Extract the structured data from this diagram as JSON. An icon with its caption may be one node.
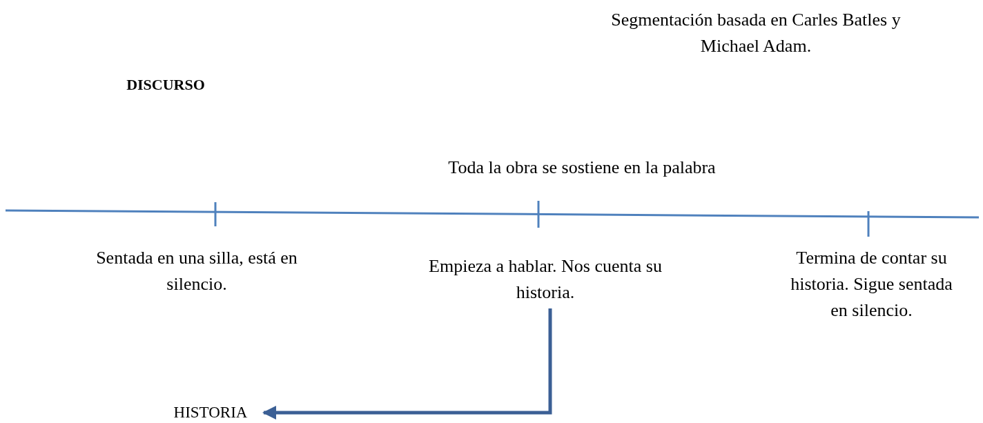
{
  "diagram": {
    "nodes": [
      {
        "text": [
          "Sentada en una silla, está en silencio."
        ]
      },
      {
        "text": [
          "Empieza a hablar. Nos cuenta su historia."
        ]
      },
      {
        "text": [
          "Termina de contar su historia. Sigue sentada en silencio."
        ]
      },
      {
        "text": [
          "HISTORIA"
        ]
      }
    ],
    "edges": [
      {
        "from": 1,
        "to": 3,
        "arrow": "to"
      }
    ],
    "labels": [
      "Segmentación basada en Carles Batles y Michael Adam.",
      "DISCURSO",
      "Toda la obra se sostiene en la palabra"
    ]
  }
}
